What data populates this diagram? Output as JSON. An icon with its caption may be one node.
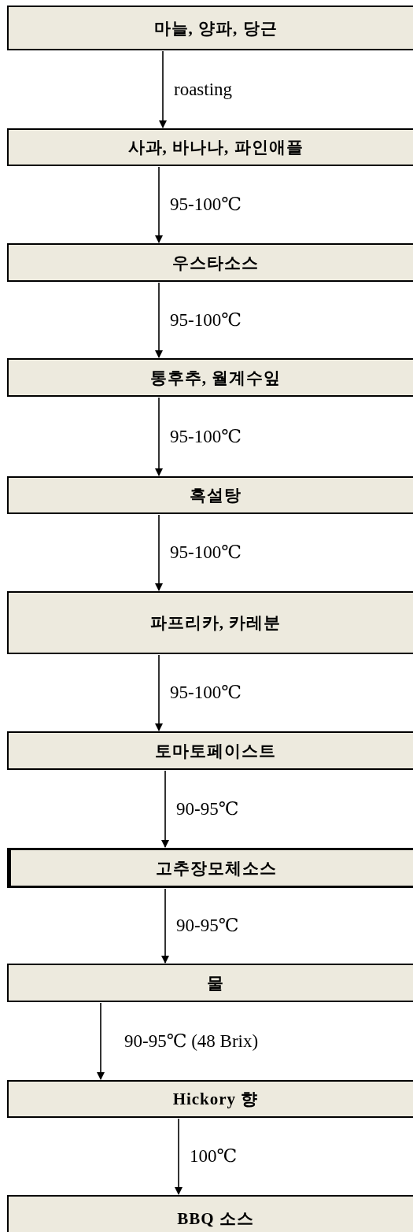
{
  "diagram": {
    "nodes": [
      {
        "text": [
          "마늘, 양파, 당근"
        ]
      },
      {
        "text": [
          "사과, 바나나, 파인애플"
        ]
      },
      {
        "text": [
          "우스타소스"
        ]
      },
      {
        "text": [
          "통후추, 월계수잎"
        ]
      },
      {
        "text": [
          "흑설탕"
        ]
      },
      {
        "text": [
          "파프리카, 카레분"
        ]
      },
      {
        "text": [
          "토마토페이스트"
        ]
      },
      {
        "text": [
          "고추장모체소스"
        ]
      },
      {
        "text": [
          "물"
        ]
      },
      {
        "text": [
          "Hickory 향"
        ]
      },
      {
        "text": [
          "BBQ 소스"
        ]
      }
    ],
    "edges": [
      {
        "from": 0,
        "to": 1,
        "arrow": "to",
        "label": "roasting"
      },
      {
        "from": 1,
        "to": 2,
        "arrow": "to",
        "label": "95-100℃"
      },
      {
        "from": 2,
        "to": 3,
        "arrow": "to",
        "label": "95-100℃"
      },
      {
        "from": 3,
        "to": 4,
        "arrow": "to",
        "label": "95-100℃"
      },
      {
        "from": 4,
        "to": 5,
        "arrow": "to",
        "label": "95-100℃"
      },
      {
        "from": 5,
        "to": 6,
        "arrow": "to",
        "label": "95-100℃"
      },
      {
        "from": 6,
        "to": 7,
        "arrow": "to",
        "label": "90-95℃"
      },
      {
        "from": 7,
        "to": 8,
        "arrow": "to",
        "label": "90-95℃"
      },
      {
        "from": 8,
        "to": 9,
        "arrow": "to",
        "label": "90-95℃ (48 Brix)"
      },
      {
        "from": 9,
        "to": 10,
        "arrow": "to",
        "label": "100℃"
      }
    ]
  }
}
